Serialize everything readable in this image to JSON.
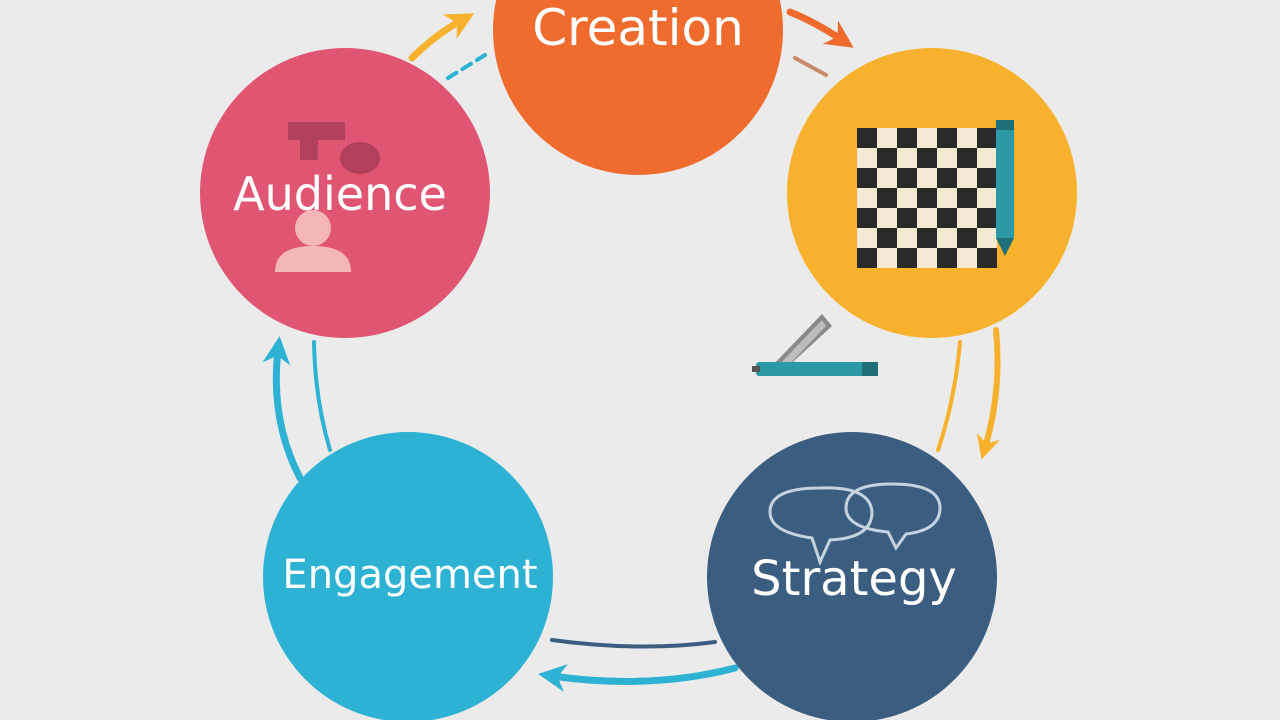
{
  "diagram": {
    "nodes": [
      {
        "id": "creation",
        "label": "Creation",
        "color": "#ef6c2e",
        "icon": "none"
      },
      {
        "id": "planning",
        "label": "",
        "color": "#f7b12c",
        "icon": "checkerboard-pencil-icon"
      },
      {
        "id": "strategy",
        "label": "Strategy",
        "color": "#3b5e80",
        "icon": "speech-bubbles-icon"
      },
      {
        "id": "engagement",
        "label": "Engagement",
        "color": "#2db2d4",
        "icon": "none"
      },
      {
        "id": "audience",
        "label": "Audience",
        "color": "#e05672",
        "icon": "person-icon"
      }
    ],
    "flow": [
      "audience",
      "creation",
      "planning",
      "strategy",
      "engagement",
      "audience"
    ],
    "arrow_colors": {
      "audience_to_creation": "#f7b12c",
      "creation_to_planning": "#ef6c2e",
      "planning_to_strategy": "#f7b12c",
      "strategy_to_engagement": "#2db2d4",
      "engagement_to_audience": "#2db2d4"
    },
    "floating_icon": "ruler-pen-icon",
    "background": "#ebebeb"
  }
}
